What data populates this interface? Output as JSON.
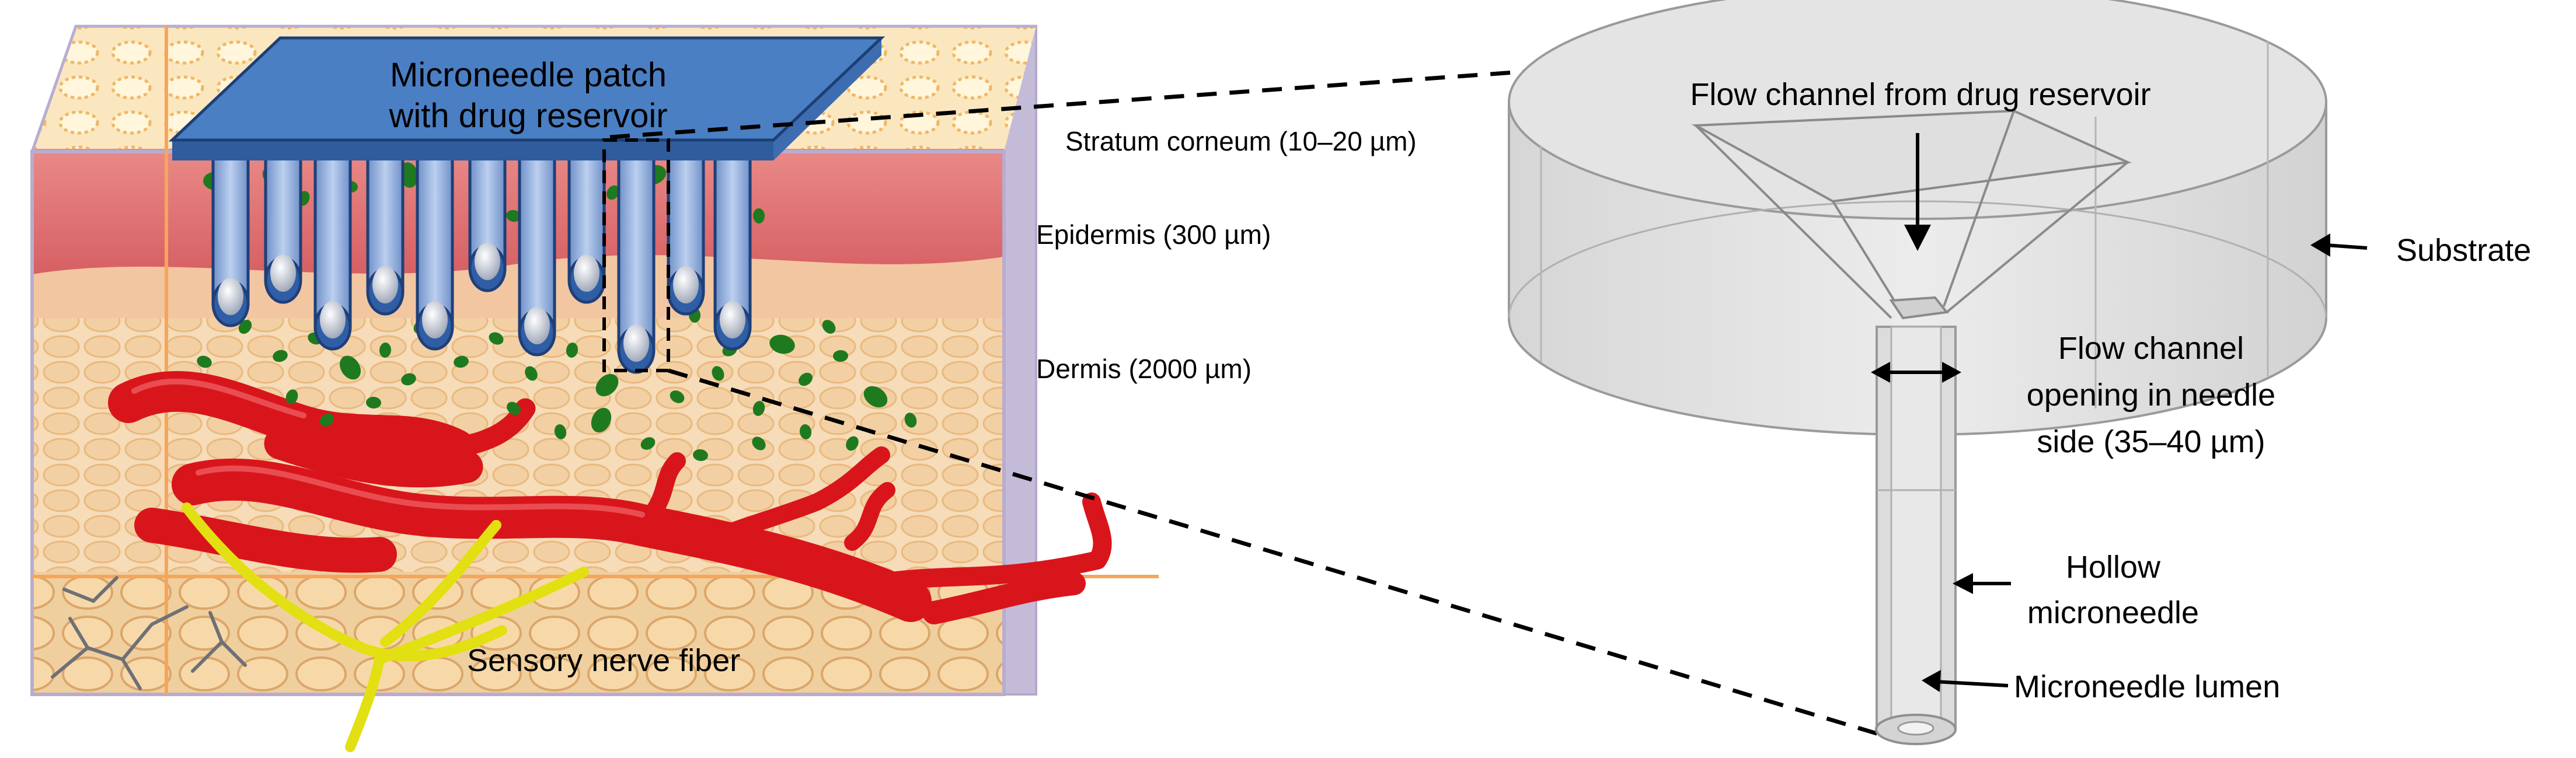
{
  "labels": {
    "patch_line1": "Microneedle patch",
    "patch_line2": "with drug reservoir",
    "stratum": "Stratum corneum (10–20 µm)",
    "epidermis": "Epidermis (300 µm)",
    "dermis": "Dermis (2000 µm)",
    "nerve": "Sensory nerve fiber",
    "flow_channel": "Flow channel from drug reservoir",
    "substrate": "Substrate",
    "opening_line1": "Flow channel",
    "opening_line2": "opening in needle",
    "opening_line3": "side (35–40 µm)",
    "hollow_line1": "Hollow",
    "hollow_line2": "microneedle",
    "lumen": "Microneedle lumen"
  },
  "colors": {
    "patch": "#4a7fc4",
    "needle": "#9fb9e0",
    "skin_top": "#f6d9a8",
    "epidermis": "#e07b7b",
    "dermis": "#f4d7b4",
    "vessel": "#d9151c",
    "nerve": "#e6e61a",
    "drug": "#1f7a1f",
    "box_side": "#c9bfd9",
    "cylinder": "#e3e3e3"
  },
  "icons": [
    "arrow-down-icon",
    "arrow-left-icon",
    "double-arrow-icon"
  ]
}
